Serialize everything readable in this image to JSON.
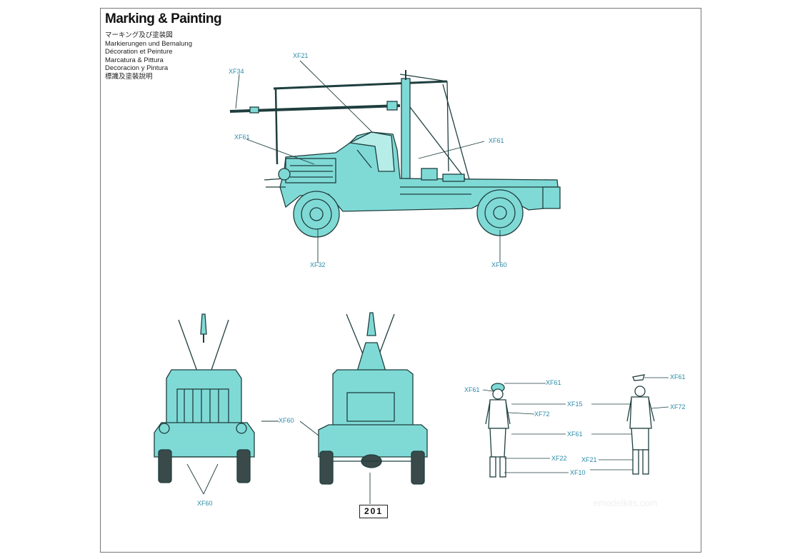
{
  "sheet": {
    "title": "Marking & Painting",
    "subtitles": [
      "マーキング及び塗装図",
      "Markierungen und Bemalung",
      "Décoration et Peinture",
      "Marcatura & Pittura",
      "Decoracion y Pintura",
      "標識及塗裝說明"
    ],
    "part_code": "201"
  },
  "callouts": {
    "side_top_left": "XF34",
    "side_top": "XF21",
    "side_hood": "XF61",
    "side_cabin": "XF61",
    "side_front_wheel": "XF32",
    "side_rear_wheel": "XF60",
    "front_view": "XF60",
    "front_wheels": "XF60",
    "fig1_cap": "XF61",
    "fig1_face": "XF61",
    "fig1_shirt": "XF72",
    "fig2_cap": "XF61",
    "fig2_shirt": "XF72",
    "mid_upper": "XF15",
    "mid_lower": "XF61",
    "fig_leg1": "XF22",
    "fig_leg2": "XF21",
    "fig_boot": "XF10"
  },
  "colors": {
    "vehicle_fill": "#7fdad6",
    "line": "#1f3e3e",
    "callout_text": "#2a8aa8"
  },
  "watermark": "emodelkits.com"
}
